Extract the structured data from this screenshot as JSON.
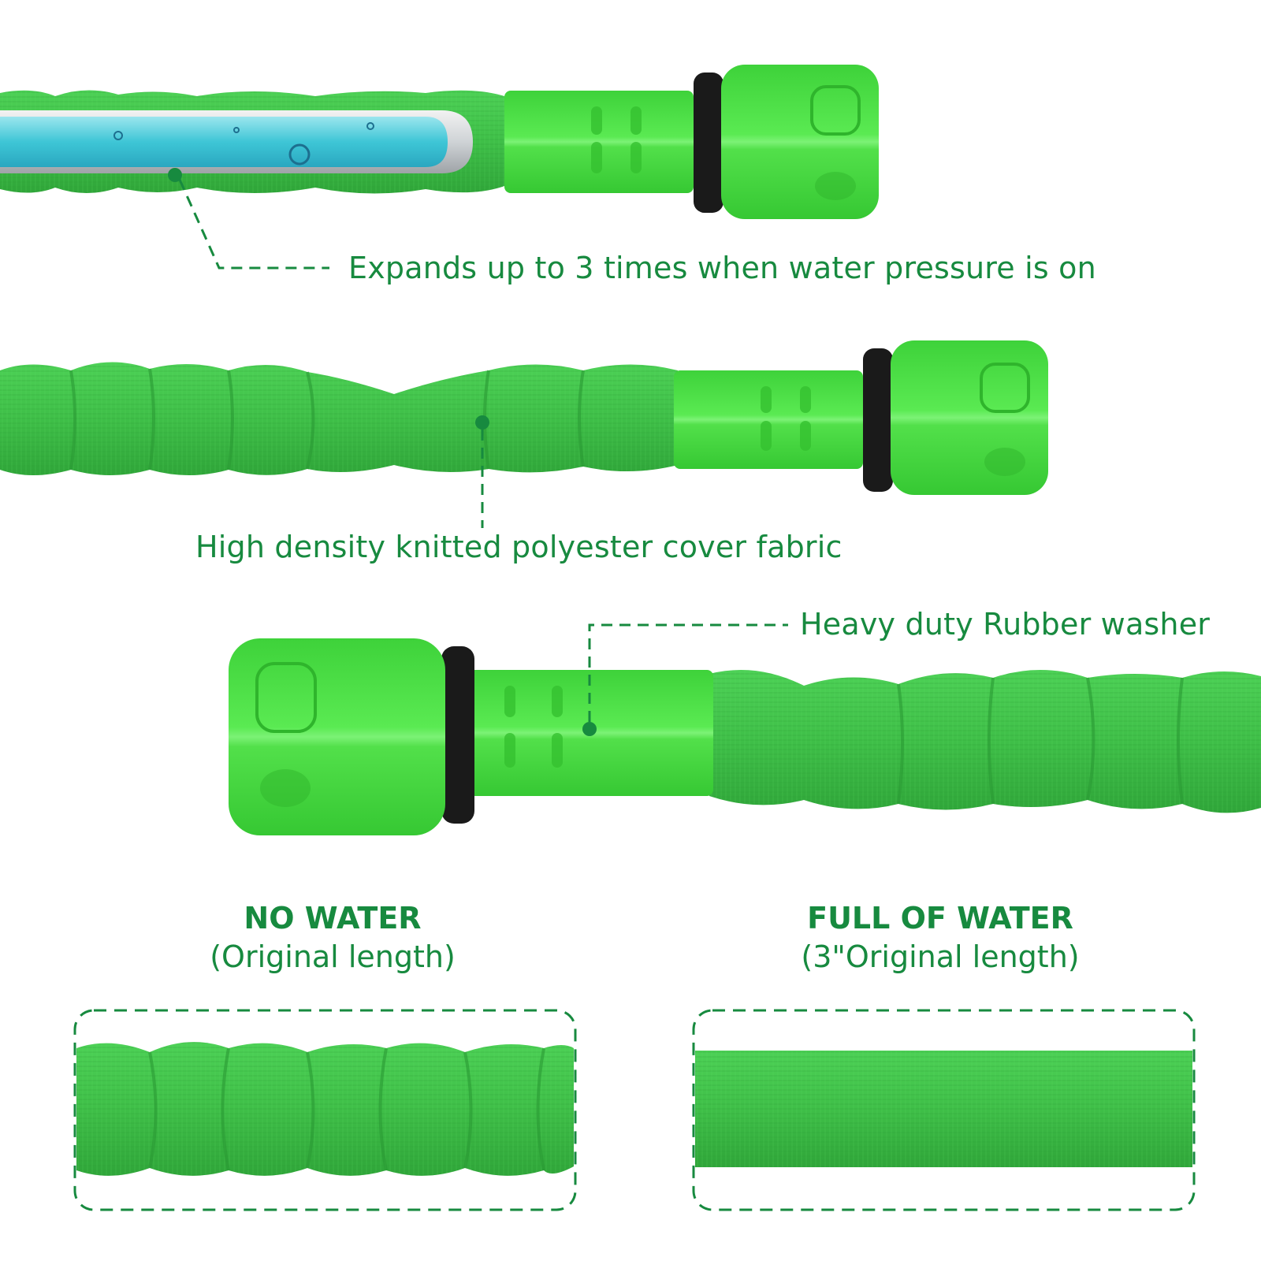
{
  "colors": {
    "accent": "#178a3f",
    "fabric_green": "#3fc24a",
    "fabric_dark": "#2a9a33",
    "connector_green": "#4fe04a",
    "washer_black": "#1a1a1a",
    "water_blue": "#3ec6d6"
  },
  "callouts": {
    "expand": "Expands up to 3 times when water pressure is on",
    "fabric": "High density knitted polyester cover fabric",
    "washer": "Heavy duty Rubber washer"
  },
  "comparison": {
    "no_water": {
      "title": "NO WATER",
      "subtitle": "(Original length)"
    },
    "full_water": {
      "title": "FULL OF WATER",
      "subtitle": "(3\"Original length)"
    }
  }
}
